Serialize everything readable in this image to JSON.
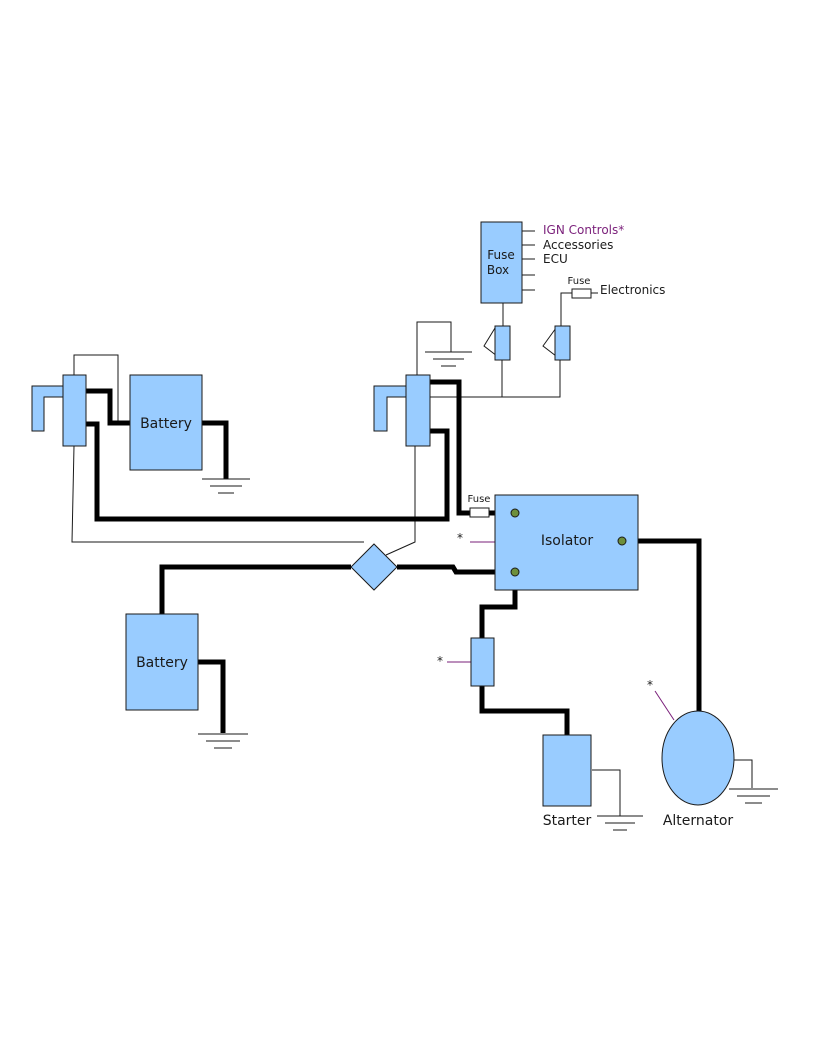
{
  "colors": {
    "component_fill": "#99ccff",
    "wire": "#000000",
    "terminal": "#6d8f3c",
    "accent_purple": "#7a1f7a"
  },
  "labels": {
    "battery_top": "Battery",
    "battery_bottom": "Battery",
    "fuse_box_line1": "Fuse",
    "fuse_box_line2": "Box",
    "ign_controls": "IGN Controls*",
    "accessories": "Accessories",
    "ecu": "ECU",
    "fuse_electronics": "Fuse",
    "electronics": "Electronics",
    "fuse_isolator": "Fuse",
    "isolator": "Isolator",
    "starter": "Starter",
    "alternator": "Alternator",
    "asterisk_isolator": "*",
    "asterisk_solenoid": "*",
    "asterisk_alternator": "*"
  }
}
